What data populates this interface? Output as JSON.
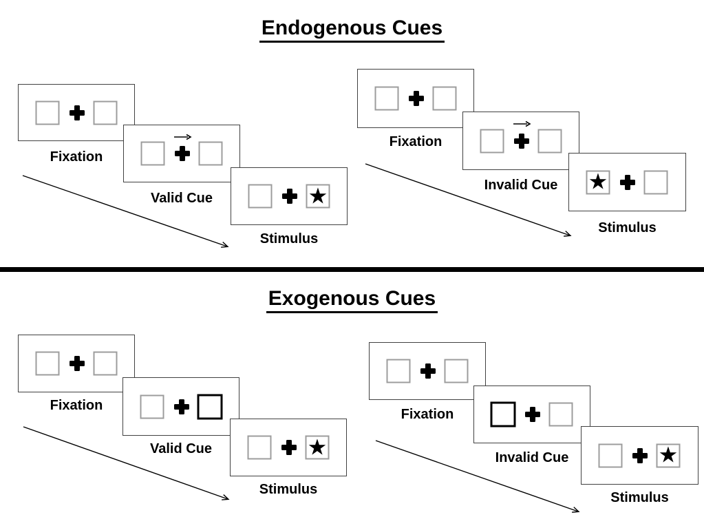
{
  "sections": [
    {
      "title": "Endogenous Cues",
      "sequences": [
        {
          "name": "valid",
          "steps": [
            {
              "label": "Fixation",
              "left_box": "plain",
              "right_box": "plain",
              "cue_arrow": false
            },
            {
              "label": "Valid Cue",
              "left_box": "plain",
              "right_box": "plain",
              "cue_arrow": true
            },
            {
              "label": "Stimulus",
              "left_box": "plain",
              "right_box": "star",
              "cue_arrow": false
            }
          ]
        },
        {
          "name": "invalid",
          "steps": [
            {
              "label": "Fixation",
              "left_box": "plain",
              "right_box": "plain",
              "cue_arrow": false
            },
            {
              "label": "Invalid Cue",
              "left_box": "plain",
              "right_box": "plain",
              "cue_arrow": true
            },
            {
              "label": "Stimulus",
              "left_box": "star",
              "right_box": "plain",
              "cue_arrow": false
            }
          ]
        }
      ]
    },
    {
      "title": "Exogenous Cues",
      "sequences": [
        {
          "name": "valid",
          "steps": [
            {
              "label": "Fixation",
              "left_box": "plain",
              "right_box": "plain",
              "cue_arrow": false
            },
            {
              "label": "Valid Cue",
              "left_box": "plain",
              "right_box": "thick",
              "cue_arrow": false
            },
            {
              "label": "Stimulus",
              "left_box": "plain",
              "right_box": "star",
              "cue_arrow": false
            }
          ]
        },
        {
          "name": "invalid",
          "steps": [
            {
              "label": "Fixation",
              "left_box": "plain",
              "right_box": "plain",
              "cue_arrow": false
            },
            {
              "label": "Invalid Cue",
              "left_box": "thick",
              "right_box": "plain",
              "cue_arrow": false
            },
            {
              "label": "Stimulus",
              "left_box": "plain",
              "right_box": "star",
              "cue_arrow": false
            }
          ]
        }
      ]
    }
  ],
  "icons": {
    "star_glyph": "★",
    "fixation_cross_glyph": "+",
    "cue_arrow_direction": "right"
  },
  "colors": {
    "ink": "#000000",
    "panel_border": "#404040",
    "box_border": "#9c9c9c",
    "background": "#ffffff"
  }
}
